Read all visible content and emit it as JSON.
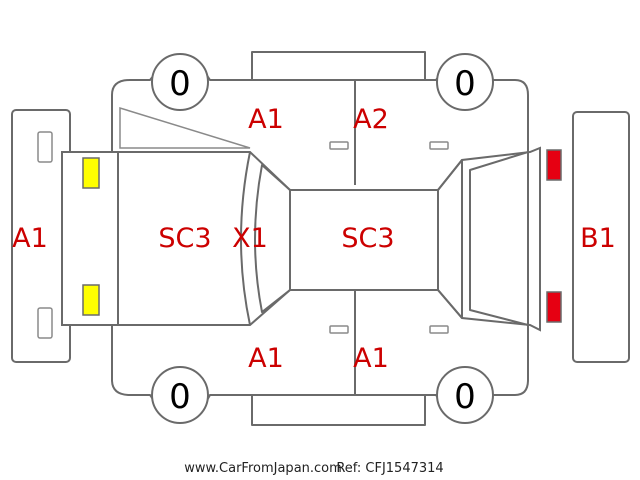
{
  "damage_codes": {
    "front_bumper": "A1",
    "front_left_door": "A1",
    "rear_left_door": "A2",
    "hood": "SC3",
    "windshield": "X1",
    "roof": "SC3",
    "front_right_door": "A1",
    "rear_right_door": "A1",
    "rear_bumper": "B1"
  },
  "tires": {
    "front_left": "0",
    "rear_left": "0",
    "front_right": "0",
    "rear_right": "0"
  },
  "footer": {
    "site": "www.CarFromJapan.com",
    "ref": "Ref: CFJ1547314"
  },
  "colors": {
    "code_text": "#cc0000",
    "front_lights": "#ffff00",
    "rear_lights": "#e60012",
    "outline": "#6a6a6a"
  }
}
